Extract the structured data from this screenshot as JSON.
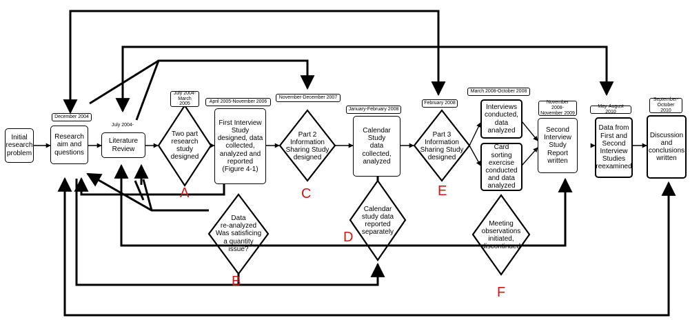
{
  "boxes": {
    "initial": "Initial\nresearch\nproblem",
    "research_aim": "Research\naim and\nquestions",
    "lit_review": "Literature\nReview",
    "first_interview": "First Interview\nStudy\ndesigned, data\ncollected,\nanalyzed and\nreported\n(Figure 4-1)",
    "calendar": "Calendar Study\ndata collected,\nanalyzed",
    "interviews": "Interviews\nconducted,\ndata\nanalyzed",
    "card_sorting": "Card sorting\nexercise\nconducted\nand data\nanalyzed",
    "second_report": "Second\nInterview\nStudy\nReport\nwritten",
    "data_reexamined": "Data from\nFirst and\nSecond\nInterview\nStudies\nreexamined",
    "discussion": "Discussion\nand\nconclusions\nwritten"
  },
  "diamonds": {
    "two_part": "Two part\nresearch\nstudy\ndesigned",
    "part2": "Part 2\nInformation\nSharing Study\ndesigned",
    "part3": "Part 3\nInformation\nSharing Study\ndesigned",
    "reanalyzed": "Data\nre-analyzed\nWas satisficing\na quantity\nissue?",
    "calendar_reported": "Calendar\nstudy data\nreported\nseparately",
    "meeting": "Meeting\nobservations\ninitiated,\ndiscontinued"
  },
  "dates": {
    "dec2004": "December 2004",
    "july2004": "July 2004-",
    "july2004_march2005": "July 2004-\nMarch 2005",
    "apr2005_nov2006": "April 2005-November 2006",
    "nov_dec2007": "November-December 2007",
    "jan_feb2008": "January-February 2008",
    "feb2008": "February 2008",
    "mar2008_oct2008": "March 2008-October 2008",
    "nov2008_nov2009": "November 2008-\nNovember 2009",
    "may_aug2010": "May-August 2010",
    "sep_oct2010": "September-\nOctober 2010"
  },
  "letters": {
    "a": "A",
    "b": "B",
    "c": "C",
    "d": "D",
    "e": "E",
    "f": "F"
  },
  "colors": {
    "line": "#000000",
    "letters": "#d21414"
  }
}
